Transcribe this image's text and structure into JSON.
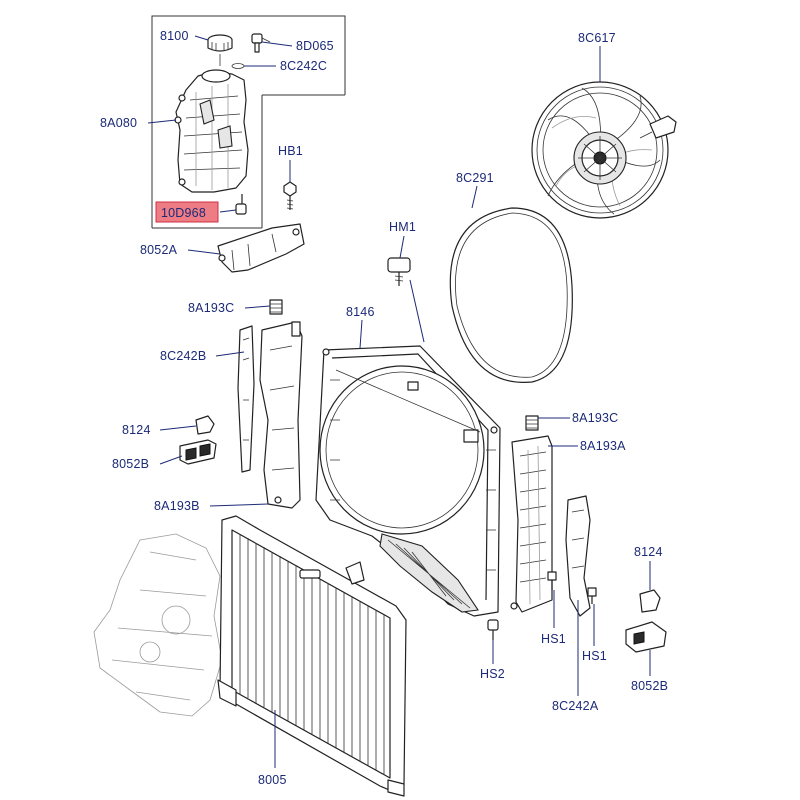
{
  "highlight_color": "#e8505b",
  "label_color": "#1c2a78",
  "labels": {
    "l8100": "8100",
    "l8D065": "8D065",
    "l8C242C": "8C242C",
    "l8A080": "8A080",
    "l10D968": "10D968",
    "lHB1": "HB1",
    "l8052A": "8052A",
    "l8C617": "8C617",
    "l8C291": "8C291",
    "lHM1": "HM1",
    "l8A193C_left": "8A193C",
    "l8146": "8146",
    "l8C242B": "8C242B",
    "l8124_left": "8124",
    "l8052B_left": "8052B",
    "l8A193B": "8A193B",
    "l8A193C_right": "8A193C",
    "l8A193A": "8A193A",
    "l8124_right": "8124",
    "lHS1_a": "HS1",
    "lHS1_b": "HS1",
    "lHS2": "HS2",
    "l8C242A": "8C242A",
    "l8052B_right": "8052B",
    "l8005": "8005"
  }
}
